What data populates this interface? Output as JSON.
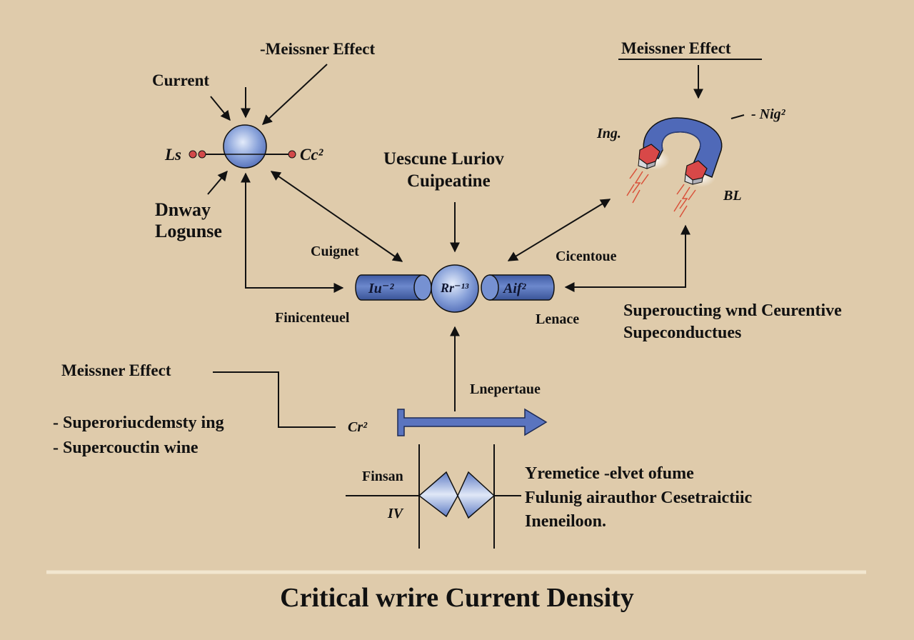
{
  "colors": {
    "background": "#dfcbab",
    "node_blue": "#6a86c8",
    "node_blue_light": "#c9d6f0",
    "magnet_red": "#d84848",
    "spark_red": "#d9523a",
    "divider": "#f2e6cf"
  },
  "labels": {
    "meissner_top": "-Meissner Effect",
    "current": "Current",
    "ls": "Ls",
    "cc2": "Cc²",
    "dnway": "Dnway",
    "logunse": "Logunse",
    "uescune": "Uescune Luriov",
    "cuipeatine": "Cuipeatine",
    "cuignet": "Cuignet",
    "finicenteuel": "Finicenteuel",
    "cicentoue": "Cicentoue",
    "lenace": "Lenace",
    "meissner_right": "Meissner Effect",
    "nig2": "- Nig²",
    "ing": "Ing.",
    "bl": "BL",
    "superoucting_1": "Superoucting wnd Ceurentive",
    "superoucting_2": "Supeconductues",
    "meissner_left": "Meissner Effect",
    "bullet_1": "- Superoriucdemsty ing",
    "bullet_2": "- Supercouctin wine",
    "cr2": "Cr²",
    "lnepertaue": "Lnepertaue",
    "finsan": "Finsan",
    "iv": "IV",
    "yremetice_1": "Yremetice -elvet ofume",
    "yremetice_2": "Fulunig airauthor Cesetraictiic",
    "yremetice_3": "Ineneiloon."
  },
  "nodes": {
    "left_cylinder": "Iu⁻²",
    "center_sphere": "Rr⁻¹³",
    "right_cylinder": "Aif²"
  },
  "title": "Critical wrire Current Density"
}
